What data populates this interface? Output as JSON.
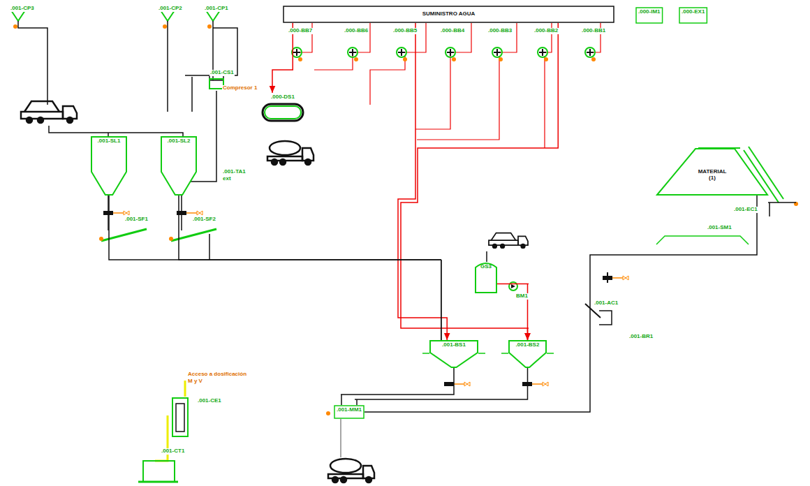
{
  "diagram": {
    "nodes": [
      {
        "text": [
          "SUMINISTRO AGUA"
        ]
      },
      {
        "text": [
          ".000-IM1"
        ]
      },
      {
        "text": [
          ".000-EX1"
        ]
      },
      {
        "text": [
          ".001-SL1"
        ]
      },
      {
        "text": [
          ".001-SL2"
        ]
      },
      {
        "text": [
          ".000-DS1"
        ]
      },
      {
        "text": [
          "GS3"
        ]
      },
      {
        "text": [
          ".001-BS1"
        ]
      },
      {
        "text": [
          ".001-BS2"
        ]
      },
      {
        "text": [
          ".001-MM1"
        ]
      },
      {
        "text": [
          "MATERIAL",
          "(1)"
        ]
      }
    ],
    "edges": [
      {
        "from": 0,
        "to": 7,
        "arrow": "to"
      },
      {
        "from": 0,
        "to": 8,
        "arrow": "to"
      },
      {
        "from": 6,
        "to": 8,
        "arrow": "to"
      },
      {
        "from": 3,
        "to": 7,
        "arrow": "none"
      },
      {
        "from": 4,
        "to": 7,
        "arrow": "none"
      },
      {
        "from": 7,
        "to": 9,
        "arrow": "none"
      },
      {
        "from": 8,
        "to": 9,
        "arrow": "none"
      },
      {
        "from": 10,
        "to": 9,
        "arrow": "none"
      },
      {
        "from": 0,
        "to": 5,
        "arrow": "to"
      }
    ],
    "labels": [
      ".001-CP3",
      ".001-CP2",
      ".001-CP1",
      ".001-CS1",
      "Compresor 1",
      ".001-TA1",
      "ext",
      ".001-SF1",
      ".001-SF2",
      ".000-BB7",
      ".000-BB6",
      ".000-BB5",
      ".000-BB4",
      ".000-BB3",
      ".000-BB2",
      ".000-BB1",
      "BM1",
      ".001-AC1",
      ".001-BR1",
      ".001-EC1",
      ".001-SM1",
      ".001-CE1",
      "Acceso a dosificación",
      "M y V",
      ".001-CT1"
    ]
  }
}
